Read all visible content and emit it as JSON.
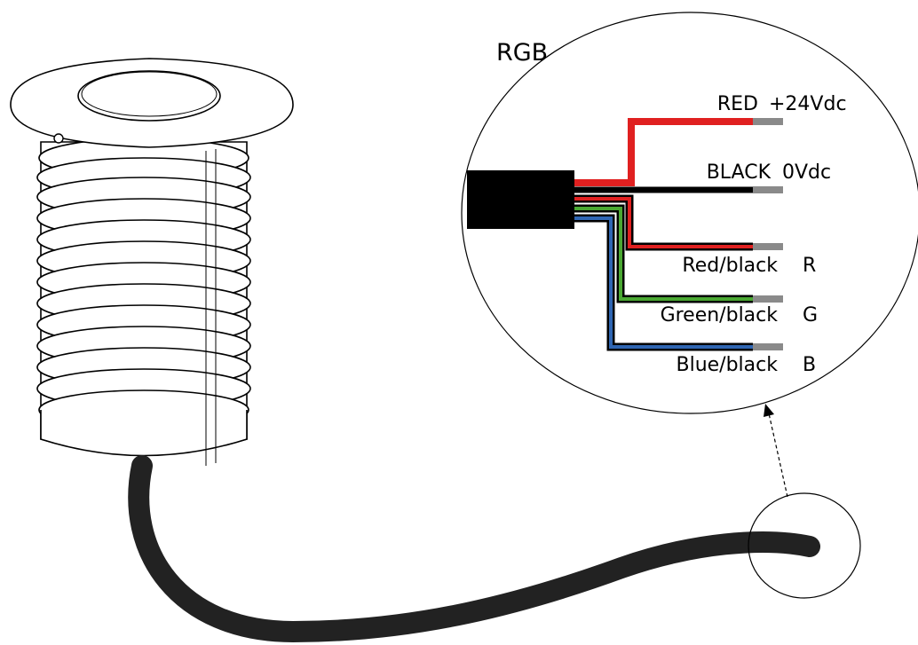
{
  "diagram": {
    "detail_title": "RGB",
    "wires": [
      {
        "id": "red",
        "name": "RED",
        "terminal": "+24Vdc",
        "color": "#e02020"
      },
      {
        "id": "black",
        "name": "BLACK",
        "terminal": "0Vdc",
        "color": "#000000"
      },
      {
        "id": "r",
        "name": "Red/black",
        "terminal": "R",
        "color": "#e02020"
      },
      {
        "id": "g",
        "name": "Green/black",
        "terminal": "G",
        "color": "#4aa832"
      },
      {
        "id": "b",
        "name": "Blue/black",
        "terminal": "B",
        "color": "#2f66b3"
      }
    ],
    "colors": {
      "cable": "#222222",
      "terminal_tip": "#8a8a8a",
      "line": "#000000"
    }
  }
}
